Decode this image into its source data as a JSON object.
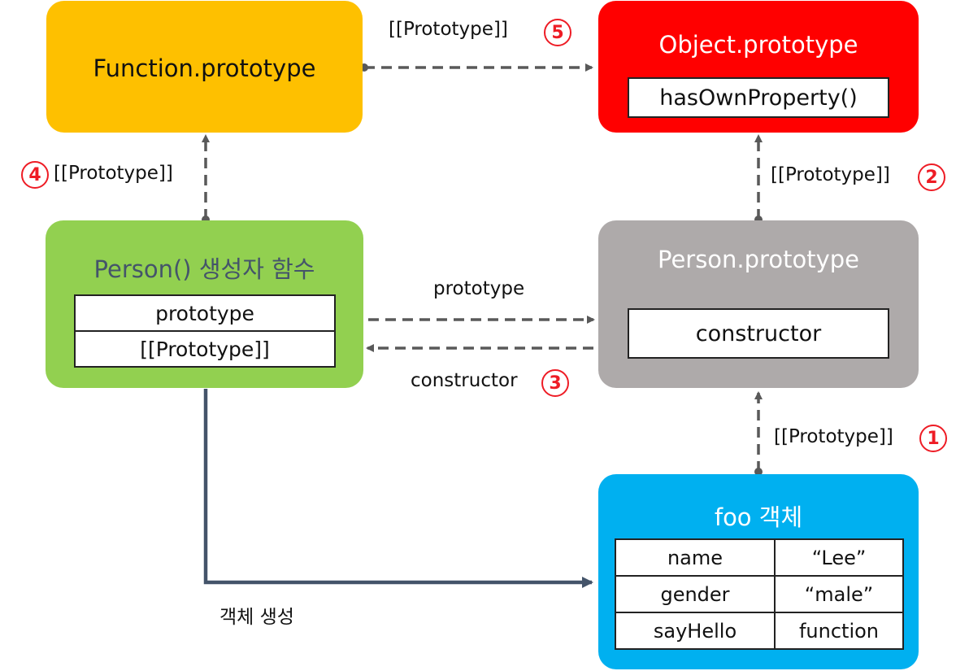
{
  "nodes": {
    "function_prototype": {
      "title": "Function.prototype",
      "color": "#fec000"
    },
    "object_prototype": {
      "title": "Object.prototype",
      "method": "hasOwnProperty()",
      "color": "#ff0000"
    },
    "person_function": {
      "title": "Person() 생성자 함수",
      "slots": [
        "prototype",
        "[[Prototype]]"
      ],
      "color": "#92d050"
    },
    "person_prototype": {
      "title": "Person.prototype",
      "slot": "constructor",
      "color": "#aeaaaa"
    },
    "foo_object": {
      "title": "foo 객체",
      "color": "#00b0f0",
      "properties": [
        {
          "key": "name",
          "value": "“Lee”"
        },
        {
          "key": "gender",
          "value": "“male”"
        },
        {
          "key": "sayHello",
          "value": "function"
        }
      ]
    }
  },
  "edges": {
    "e1": {
      "label": "[[Prototype]]",
      "number": "1"
    },
    "e2": {
      "label": "[[Prototype]]",
      "number": "2"
    },
    "e3": {
      "label": "constructor",
      "number": "3"
    },
    "e4": {
      "label": "[[Prototype]]",
      "number": "4"
    },
    "e5": {
      "label": "[[Prototype]]",
      "number": "5"
    },
    "prototype_link": {
      "label": "prototype"
    },
    "create": {
      "label": "객체 생성"
    }
  },
  "colors": {
    "badge": "#ee1c25",
    "dashed_line": "#595959",
    "solid_line": "#44546a"
  }
}
